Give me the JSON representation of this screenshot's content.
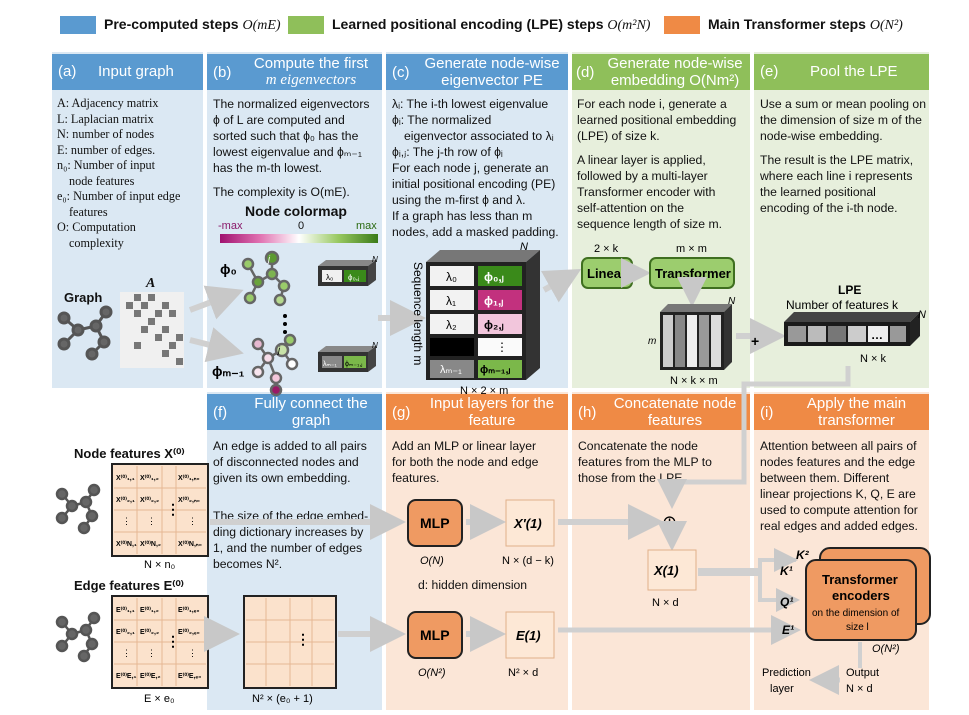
{
  "legend": [
    {
      "label": "Pre-computed steps",
      "math": "O(mE)",
      "color": "#5a9ad0"
    },
    {
      "label": "Learned positional encoding (LPE) steps",
      "math": "O(m²N)",
      "color": "#8fbf5a"
    },
    {
      "label": "Main Transformer steps",
      "math": "O(N²)",
      "color": "#ef8a45"
    }
  ],
  "panels": {
    "a": {
      "letter": "(a)",
      "title": "Input graph",
      "lines": [
        "A: Adjacency matrix",
        "L: Laplacian matrix",
        "N: number of nodes",
        "E: number of edges.",
        "n₀: Number of input",
        "node features",
        "e₀: Number of input edge",
        "features",
        "O: Computation",
        "complexity"
      ],
      "graph_label": "Graph",
      "matrix_label": "A"
    },
    "b": {
      "letter": "(b)",
      "title1": "Compute the first",
      "title2": "m eigenvectors",
      "lines": [
        "The normalized eigenvectors",
        "ϕ of L are computed and",
        "sorted such that ϕ₀ has the",
        "lowest eigenvalue and ϕₘ₋₁",
        "has the m-th lowest."
      ],
      "complexity": "The complexity is O(mE).",
      "colormap_title": "Node colormap",
      "cmap_min": "-max",
      "cmap_mid": "0",
      "cmap_max": "max",
      "phi0": "ϕ₀",
      "phim": "ϕₘ₋₁",
      "small_j": "j",
      "lambda0": "λ₀",
      "phi0j": "ϕ₀,ⱼ",
      "lambdam": "λₘ₋₁",
      "phimj": "ϕₘ₋₁,ⱼ",
      "n": "N"
    },
    "c": {
      "letter": "(c)",
      "title1": "Generate node-wise",
      "title2": "eigenvector PE",
      "lines": [
        "λᵢ: The i-th lowest eigenvalue",
        "ϕᵢ: The normalized",
        "eigenvector associated to λᵢ",
        "ϕᵢ,ⱼ: The j-th row of ϕᵢ",
        "For each node j, generate an",
        "initial positional encoding (PE)",
        "using the m-first ϕ and λ.",
        "If a graph has less than m",
        "nodes, add a masked padding."
      ],
      "seq_label": "Sequence length m",
      "lambdas": [
        "λ₀",
        "λ₁",
        "λ₂",
        "",
        "λₘ₋₁"
      ],
      "phis": [
        "ϕ₀,ⱼ",
        "ϕ₁,ⱼ",
        "ϕ₂,ⱼ",
        "⋮",
        "ϕₘ₋₁,ⱼ"
      ],
      "n": "N",
      "dim": "N × 2 × m"
    },
    "d": {
      "letter": "(d)",
      "title1": "Generate node-wise",
      "title2": "embedding O(Nm²)",
      "lines": [
        "For each node i, generate a",
        "learned positional embedding",
        "(LPE) of size k."
      ],
      "lines2": [
        "A linear layer is applied,",
        "followed by a multi-layer",
        "Transformer encoder with",
        "self-attention on the",
        "sequence length of size m."
      ],
      "linear": "Linear",
      "transformer": "Transformer",
      "lin_dim": "2 × k",
      "tr_dim": "m × m",
      "m": "m",
      "n": "N",
      "dim": "N × k × m"
    },
    "e": {
      "letter": "(e)",
      "title": "Pool the LPE",
      "lines": [
        "Use a sum or mean pooling on",
        "the dimension of size m of the",
        "node-wise embedding."
      ],
      "lines2": [
        "The result is the LPE matrix,",
        "where each line i represents",
        "the learned positional",
        "encoding of the i-th node."
      ],
      "lpe": "LPE",
      "nf": "Number of features k",
      "n": "N",
      "dim": "N × k",
      "dots": "…",
      "plus": "+"
    },
    "f": {
      "letter": "(f)",
      "title1": "Fully connect the",
      "title2": "graph",
      "lines": [
        "An edge is added to all pairs",
        "of disconnected nodes and",
        "given its own embedding."
      ],
      "lines2": [
        "The size of the edge embed-",
        "ding dictionary increases by",
        "1, and the number of edges",
        "becomes N²."
      ],
      "dim": "N² × (e₀ + 1)"
    },
    "g": {
      "letter": "(g)",
      "title1": "Input layers for the",
      "title2": "feature",
      "lines": [
        "Add an MLP or linear layer",
        "for both the node and edge",
        "features."
      ],
      "mlp": "MLP",
      "on": "O(N)",
      "on2": "O(N²)",
      "xprime": "X′(1)",
      "xdim": "N × (d − k)",
      "hidden": "d: hidden dimension",
      "e1": "E(1)",
      "edim": "N² × d"
    },
    "h": {
      "letter": "(h)",
      "title1": "Concatenate node",
      "title2": "features",
      "lines": [
        "Concatenate the node",
        "features from the MLP to",
        "those from the LPE."
      ],
      "concat": "⊕",
      "x1": "X(1)",
      "dim": "N × d"
    },
    "i": {
      "letter": "(i)",
      "title1": "Apply the main",
      "title2": "transformer",
      "lines": [
        "Attention between all pairs of",
        "nodes features and the edge",
        "between them. Different",
        "linear projections K, Q, E are",
        "used to compute attention for",
        "real edges and added edges."
      ],
      "k2": "K²",
      "k1": "K¹",
      "q1": "Q¹",
      "e1": "E¹",
      "enc1": "Transformer",
      "enc2": "encoders",
      "enc3": "on the dimension of",
      "enc4": "size l",
      "on2": "O(N²)",
      "output": "Output",
      "odim": "N × d",
      "pred1": "Prediction",
      "pred2": "layer"
    },
    "node_features": {
      "label": "Node features X⁽⁰⁾",
      "dim": "N × n₀",
      "cells": [
        "X⁽⁰⁾₁,₁",
        "X⁽⁰⁾₁,₂",
        "X⁽⁰⁾₁,ₙ₀",
        "X⁽⁰⁾₂,₁",
        "X⁽⁰⁾₂,₂",
        "X⁽⁰⁾₂,ₙ₀",
        "⋮",
        "⋮",
        "⋮",
        "X⁽⁰⁾N,₁",
        "X⁽⁰⁾N,₂",
        "X⁽⁰⁾N,ₙ₀"
      ]
    },
    "edge_features": {
      "label": "Edge features E⁽⁰⁾",
      "dim": "E × e₀",
      "cells": [
        "E⁽⁰⁾₁,₁",
        "E⁽⁰⁾₁,₂",
        "E⁽⁰⁾₁,ₑ₀",
        "E⁽⁰⁾₂,₁",
        "E⁽⁰⁾₂,₂",
        "E⁽⁰⁾₂,ₑ₀",
        "⋮",
        "⋮",
        "⋮",
        "E⁽⁰⁾E,₁",
        "E⁽⁰⁾E,₂",
        "E⁽⁰⁾E,ₑ₀"
      ]
    }
  }
}
